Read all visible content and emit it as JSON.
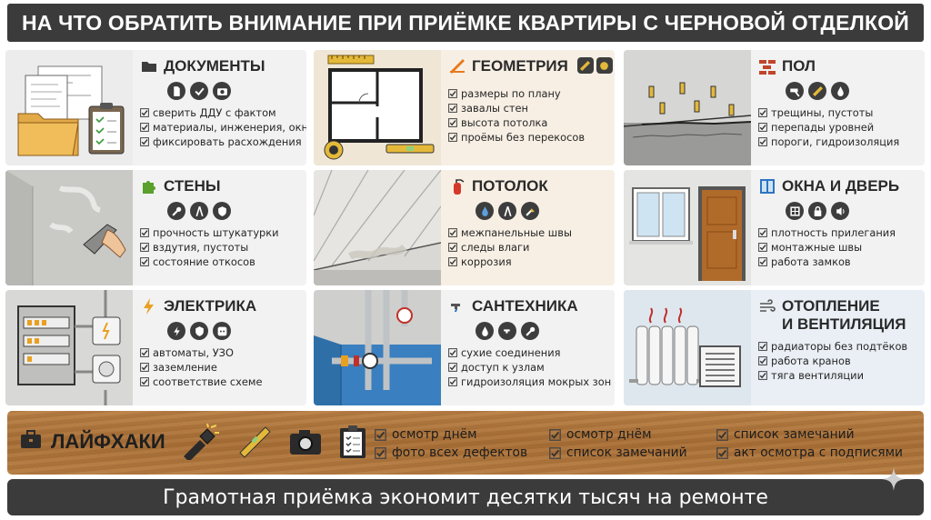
{
  "header": {
    "title": "НА ЧТО ОБРАТИТЬ ВНИМАНИЕ ПРИ ПРИЁМКЕ КВАРТИРЫ С ЧЕРНОВОЙ ОТДЕЛКОЙ"
  },
  "cards": [
    {
      "title": "ДОКУМЕНТЫ",
      "items": [
        "сверить ДДУ с фактом",
        "материалы, инженерия, окна",
        "фиксировать расхождения"
      ]
    },
    {
      "title": "ГЕОМЕТРИЯ",
      "items": [
        "размеры по плану",
        "завалы стен",
        "высота потолка",
        "проёмы без перекосов"
      ]
    },
    {
      "title": "ПОЛ",
      "items": [
        "трещины, пустоты",
        "перепады уровней",
        "пороги, гидроизоляция"
      ]
    },
    {
      "title": "СТЕНЫ",
      "items": [
        "прочность штукатурки",
        "вздутия, пустоты",
        "состояние откосов"
      ]
    },
    {
      "title": "ПОТОЛОК",
      "items": [
        "межпанельные швы",
        "следы влаги",
        "коррозия"
      ]
    },
    {
      "title": "ОКНА И ДВЕРЬ",
      "items": [
        "плотность прилегания",
        "монтажные швы",
        "работа замков"
      ]
    },
    {
      "title": "ЭЛЕКТРИКА",
      "items": [
        "автоматы, УЗО",
        "заземление",
        "соответствие схеме"
      ]
    },
    {
      "title": "САНТЕХНИКА",
      "items": [
        "сухие соединения",
        "доступ к узлам",
        "гидроизоляция мокрых зон"
      ]
    },
    {
      "title_line1": "ОТОПЛЕНИЕ",
      "title_line2": "И ВЕНТИЛЯЦИЯ",
      "items": [
        "радиаторы без подтёков",
        "работа кранов",
        "тяга вентиляции"
      ]
    }
  ],
  "lifehacks": {
    "title": "ЛАЙФХАКИ",
    "col1": [
      "осмотр днём",
      "фото всех дефектов"
    ],
    "col2": [
      "осмотр днём",
      "список замечаний"
    ],
    "col3": [
      "список замечаний",
      "акт осмотра с подписями"
    ]
  },
  "footer": {
    "text": "Грамотная приёмка экономит десятки тысяч на ремонте"
  },
  "colors": {
    "dark_bar": "#3b3b3b",
    "card_bg": "#f2f2f2",
    "wood": "#b07640",
    "accent_orange": "#e8791c",
    "accent_green": "#5aa02c",
    "accent_blue": "#2d74c4"
  }
}
